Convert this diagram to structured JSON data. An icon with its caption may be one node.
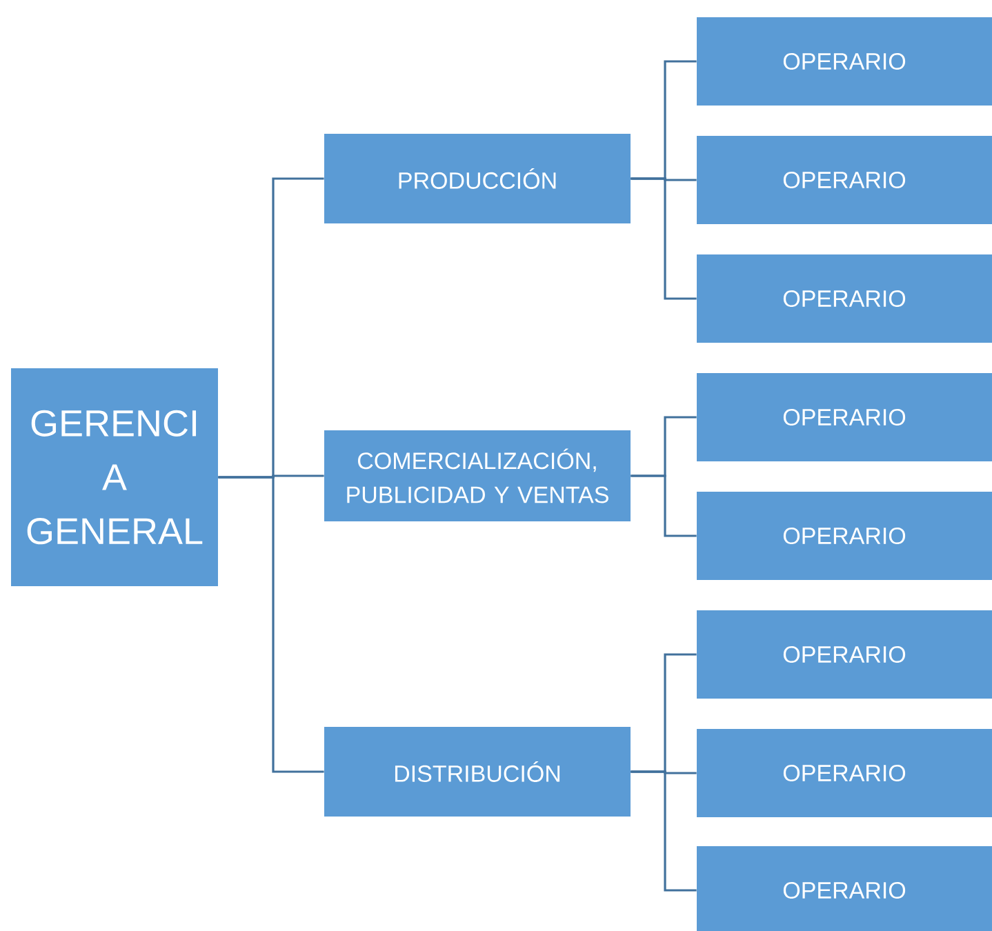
{
  "diagram": {
    "nodes": [
      {
        "text": [
          "GERENCI A GENERAL"
        ]
      },
      {
        "text": [
          "PRODUCCIÓN"
        ]
      },
      {
        "text": [
          "COMERCIALIZACIÓN, PUBLICIDAD Y VENTAS"
        ]
      },
      {
        "text": [
          "DISTRIBUCIÓN"
        ]
      },
      {
        "text": [
          "OPERARIO"
        ]
      },
      {
        "text": [
          "OPERARIO"
        ]
      },
      {
        "text": [
          "OPERARIO"
        ]
      },
      {
        "text": [
          "OPERARIO"
        ]
      },
      {
        "text": [
          "OPERARIO"
        ]
      },
      {
        "text": [
          "OPERARIO"
        ]
      },
      {
        "text": [
          "OPERARIO"
        ]
      },
      {
        "text": [
          "OPERARIO"
        ]
      }
    ],
    "edges": [
      {
        "from": 0,
        "to": 1,
        "arrow": "none"
      },
      {
        "from": 0,
        "to": 2,
        "arrow": "none"
      },
      {
        "from": 0,
        "to": 3,
        "arrow": "none"
      },
      {
        "from": 1,
        "to": 4,
        "arrow": "none"
      },
      {
        "from": 1,
        "to": 5,
        "arrow": "none"
      },
      {
        "from": 1,
        "to": 6,
        "arrow": "none"
      },
      {
        "from": 2,
        "to": 7,
        "arrow": "none"
      },
      {
        "from": 2,
        "to": 8,
        "arrow": "none"
      },
      {
        "from": 3,
        "to": 9,
        "arrow": "none"
      },
      {
        "from": 3,
        "to": 10,
        "arrow": "none"
      },
      {
        "from": 3,
        "to": 11,
        "arrow": "none"
      }
    ]
  }
}
